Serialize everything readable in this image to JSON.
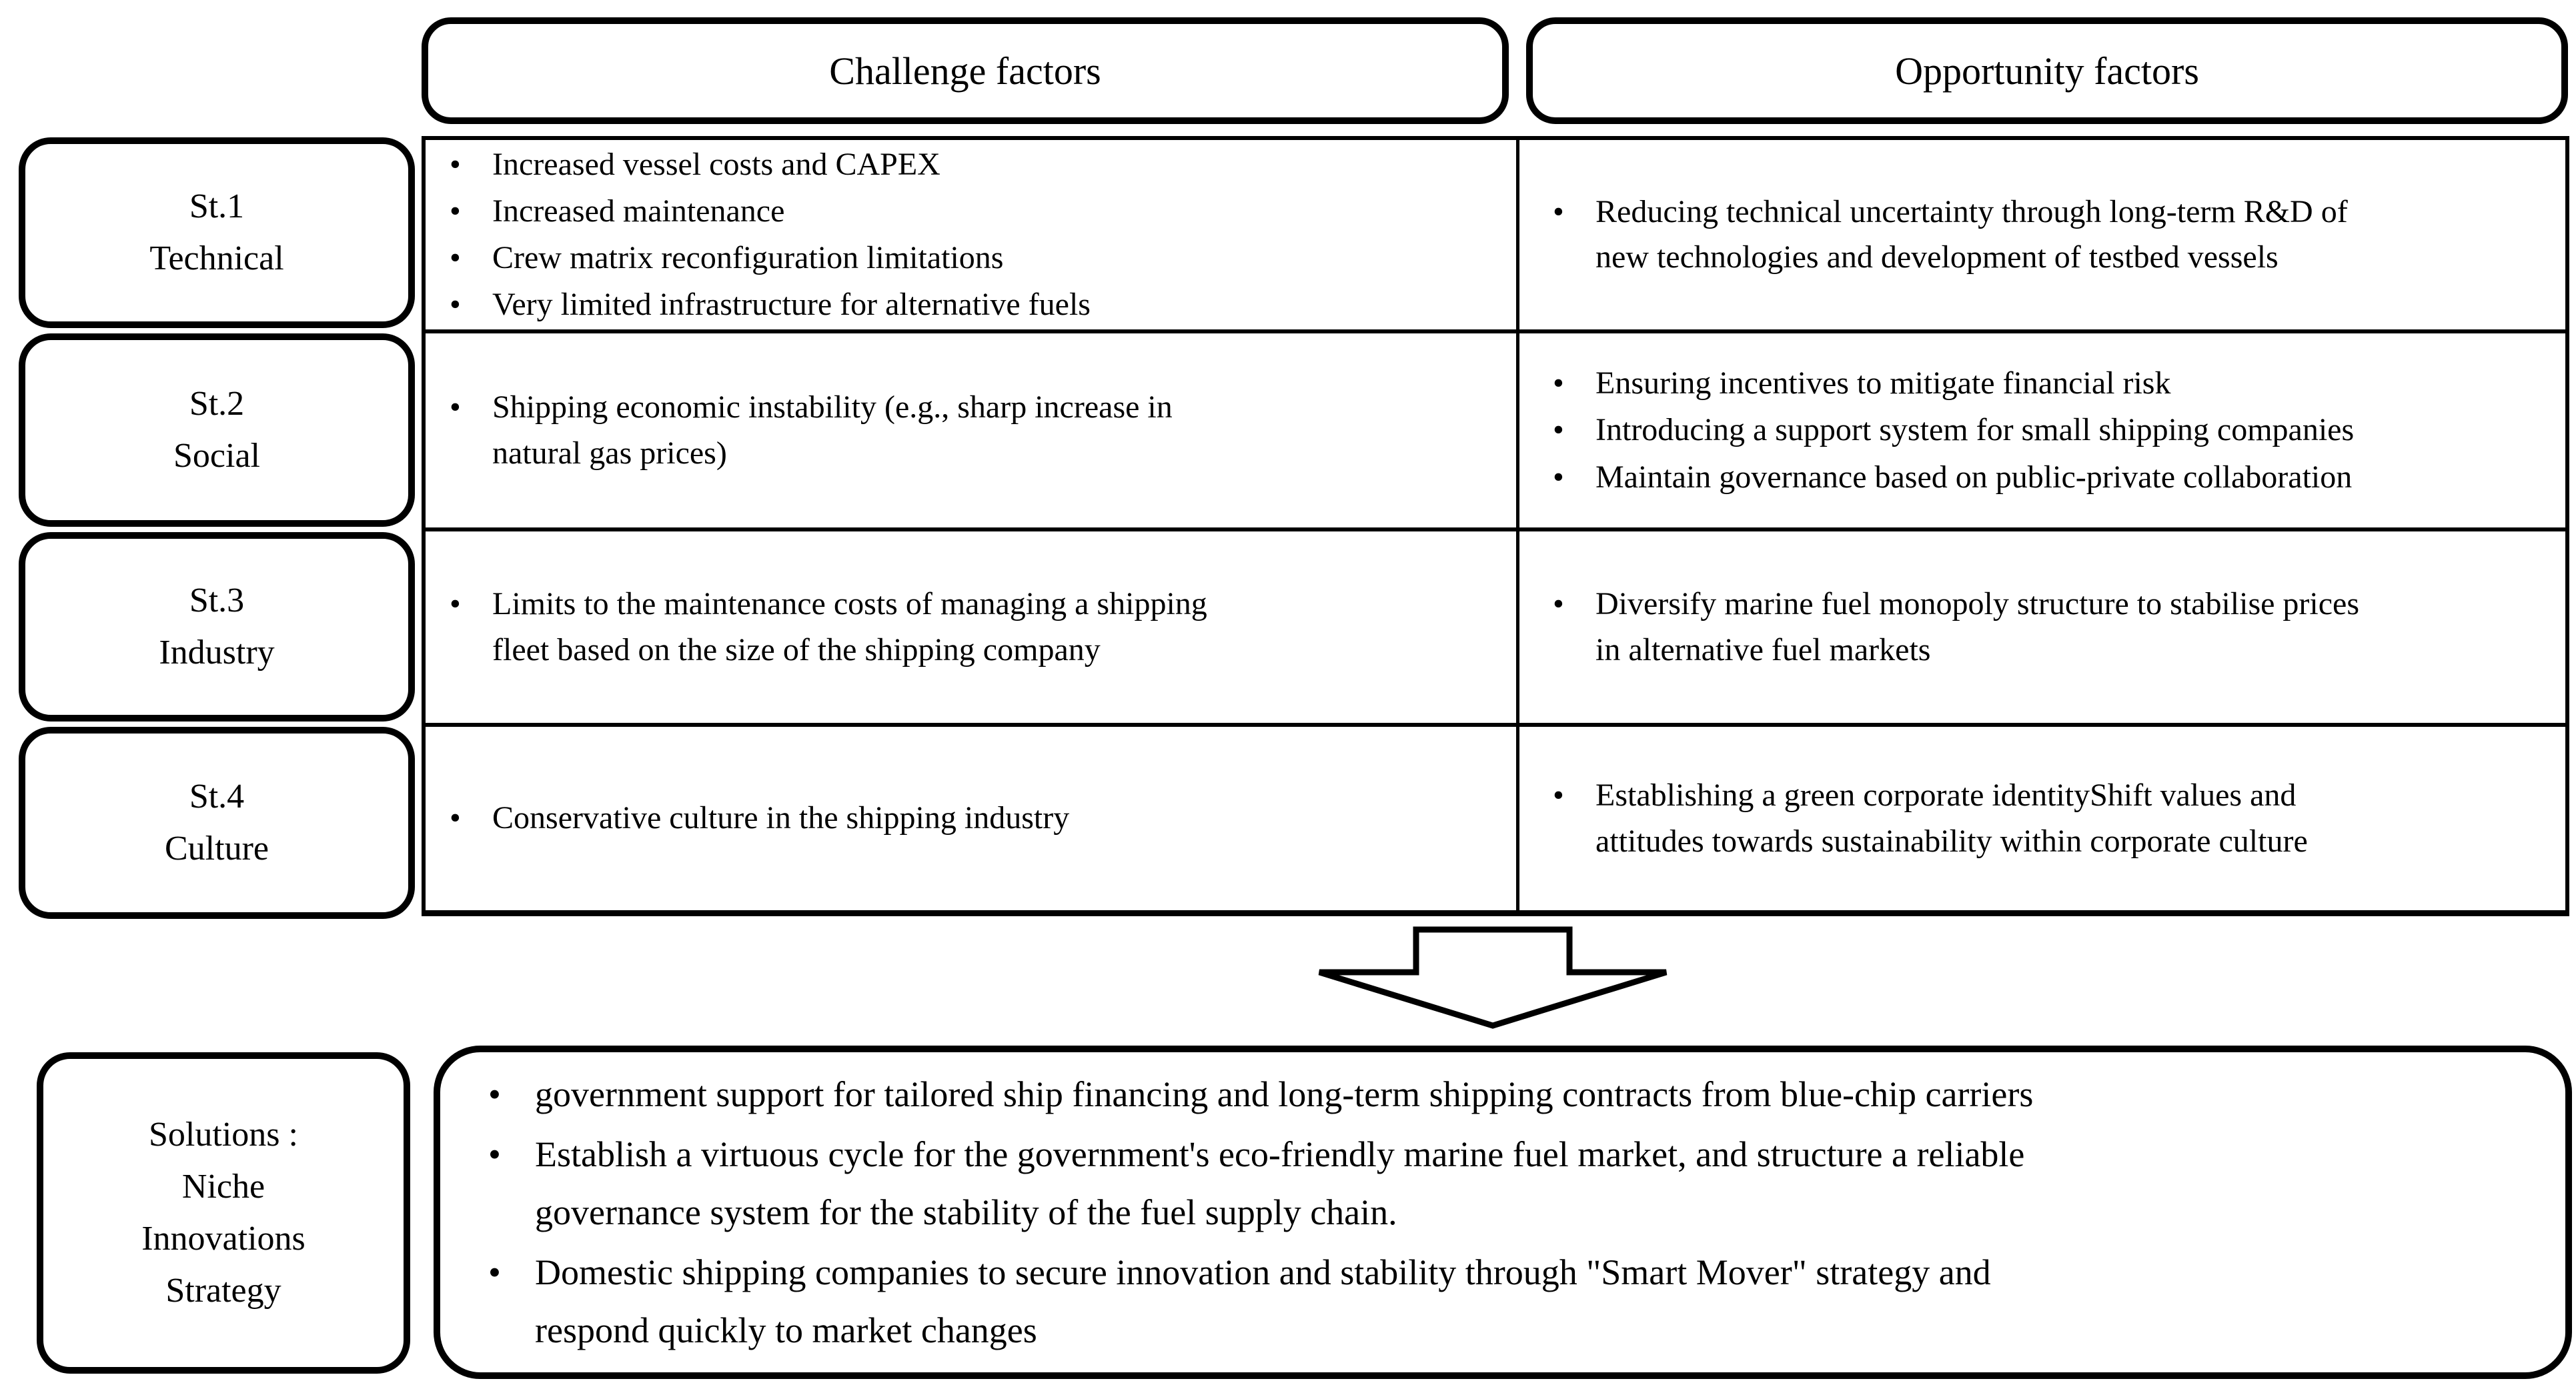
{
  "header": {
    "challenge": "Challenge factors",
    "opportunity": "Opportunity factors"
  },
  "icons": {
    "bullet": "•"
  },
  "stages": [
    {
      "id": "St.1",
      "label": "Technical",
      "challenges": [
        "Increased vessel costs and CAPEX",
        "Increased maintenance",
        "Crew matrix reconfiguration limitations",
        "Very limited infrastructure for alternative fuels"
      ],
      "opportunities": [
        "Reducing technical uncertainty through long-term R&D of\nnew technologies and development of testbed vessels"
      ]
    },
    {
      "id": "St.2",
      "label": "Social",
      "challenges": [
        "Shipping economic instability (e.g., sharp increase in\nnatural gas prices)"
      ],
      "opportunities": [
        "Ensuring incentives to mitigate financial risk",
        "Introducing a support system for small shipping companies",
        "Maintain governance based on public-private collaboration"
      ]
    },
    {
      "id": "St.3",
      "label": "Industry",
      "challenges": [
        "Limits to the maintenance costs of managing a shipping\nfleet based on the size of the shipping company"
      ],
      "opportunities": [
        "Diversify marine fuel monopoly structure to stabilise prices\nin alternative fuel markets"
      ]
    },
    {
      "id": "St.4",
      "label": "Culture",
      "challenges": [
        "Conservative culture in the shipping industry"
      ],
      "opportunities": [
        "Establishing a green corporate identityShift values and\nattitudes towards sustainability within corporate culture"
      ]
    }
  ],
  "solutions": {
    "label_lines": [
      "Solutions :",
      "Niche",
      "Innovations",
      "Strategy"
    ],
    "items": [
      "government support for tailored ship financing and long-term shipping contracts from blue-chip carriers",
      "Establish a virtuous cycle for the government's eco-friendly marine fuel market, and structure a reliable\ngovernance system for the stability of the fuel supply chain.",
      "Domestic shipping companies to secure innovation and stability through \"Smart Mover\" strategy and\nrespond quickly to market changes"
    ]
  }
}
